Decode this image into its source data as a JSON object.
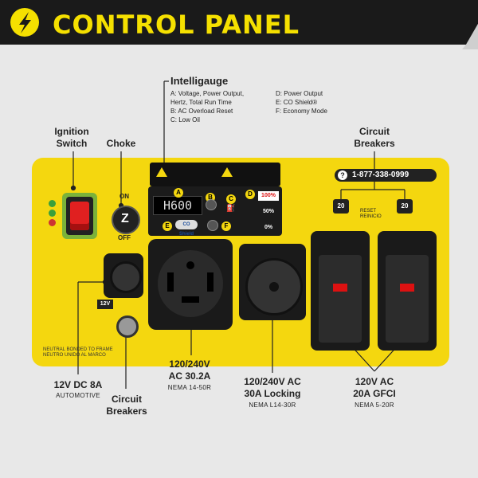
{
  "header": {
    "title": "CONTROL PANEL",
    "logo_icon": "lightning-bolt-icon"
  },
  "intelligauge": {
    "title": "Intelligauge",
    "legend": [
      "A:  Voltage, Power Output,",
      "      Hertz, Total Run Time",
      "B:  AC Overload Reset",
      "C:  Low Oil",
      "D:  Power Output",
      "E:  CO Shield®",
      "F:  Economy Mode"
    ],
    "display_value": "H600",
    "letters": [
      "A",
      "B",
      "C",
      "D",
      "E",
      "F"
    ],
    "load_levels": [
      "100%",
      "50%",
      "0%"
    ],
    "shield_text": "CO Shield"
  },
  "labels": {
    "ignition": [
      "Ignition",
      "Switch"
    ],
    "choke": "Choke",
    "circuit_breakers_top": [
      "Circuit",
      "Breakers"
    ],
    "circuit_breakers_bottom": [
      "Circuit",
      "Breakers"
    ],
    "dc_12v": "12V DC 8A",
    "dc_12v_sub": "AUTOMOTIVE",
    "outlet_14_50": [
      "120/240V",
      "AC 30.2A"
    ],
    "outlet_14_50_sub": "NEMA 14-50R",
    "outlet_l14_30": [
      "120/240V AC",
      "30A Locking"
    ],
    "outlet_l14_30_sub": "NEMA L14-30R",
    "outlet_gfci": [
      "120V AC",
      "20A GFCI"
    ],
    "outlet_gfci_sub": "NEMA 5-20R"
  },
  "panel": {
    "phone": "1-877-338-0999",
    "breaker_rating": "20",
    "reset_text": [
      "RESET",
      "REINICIO"
    ],
    "dc_badge": "12V",
    "neutral_text": [
      "NEUTRAL BONDED TO FRAME",
      "NEUTRO UNIDO AL MARCO"
    ],
    "choke_on": "ON",
    "choke_off": "OFF"
  }
}
